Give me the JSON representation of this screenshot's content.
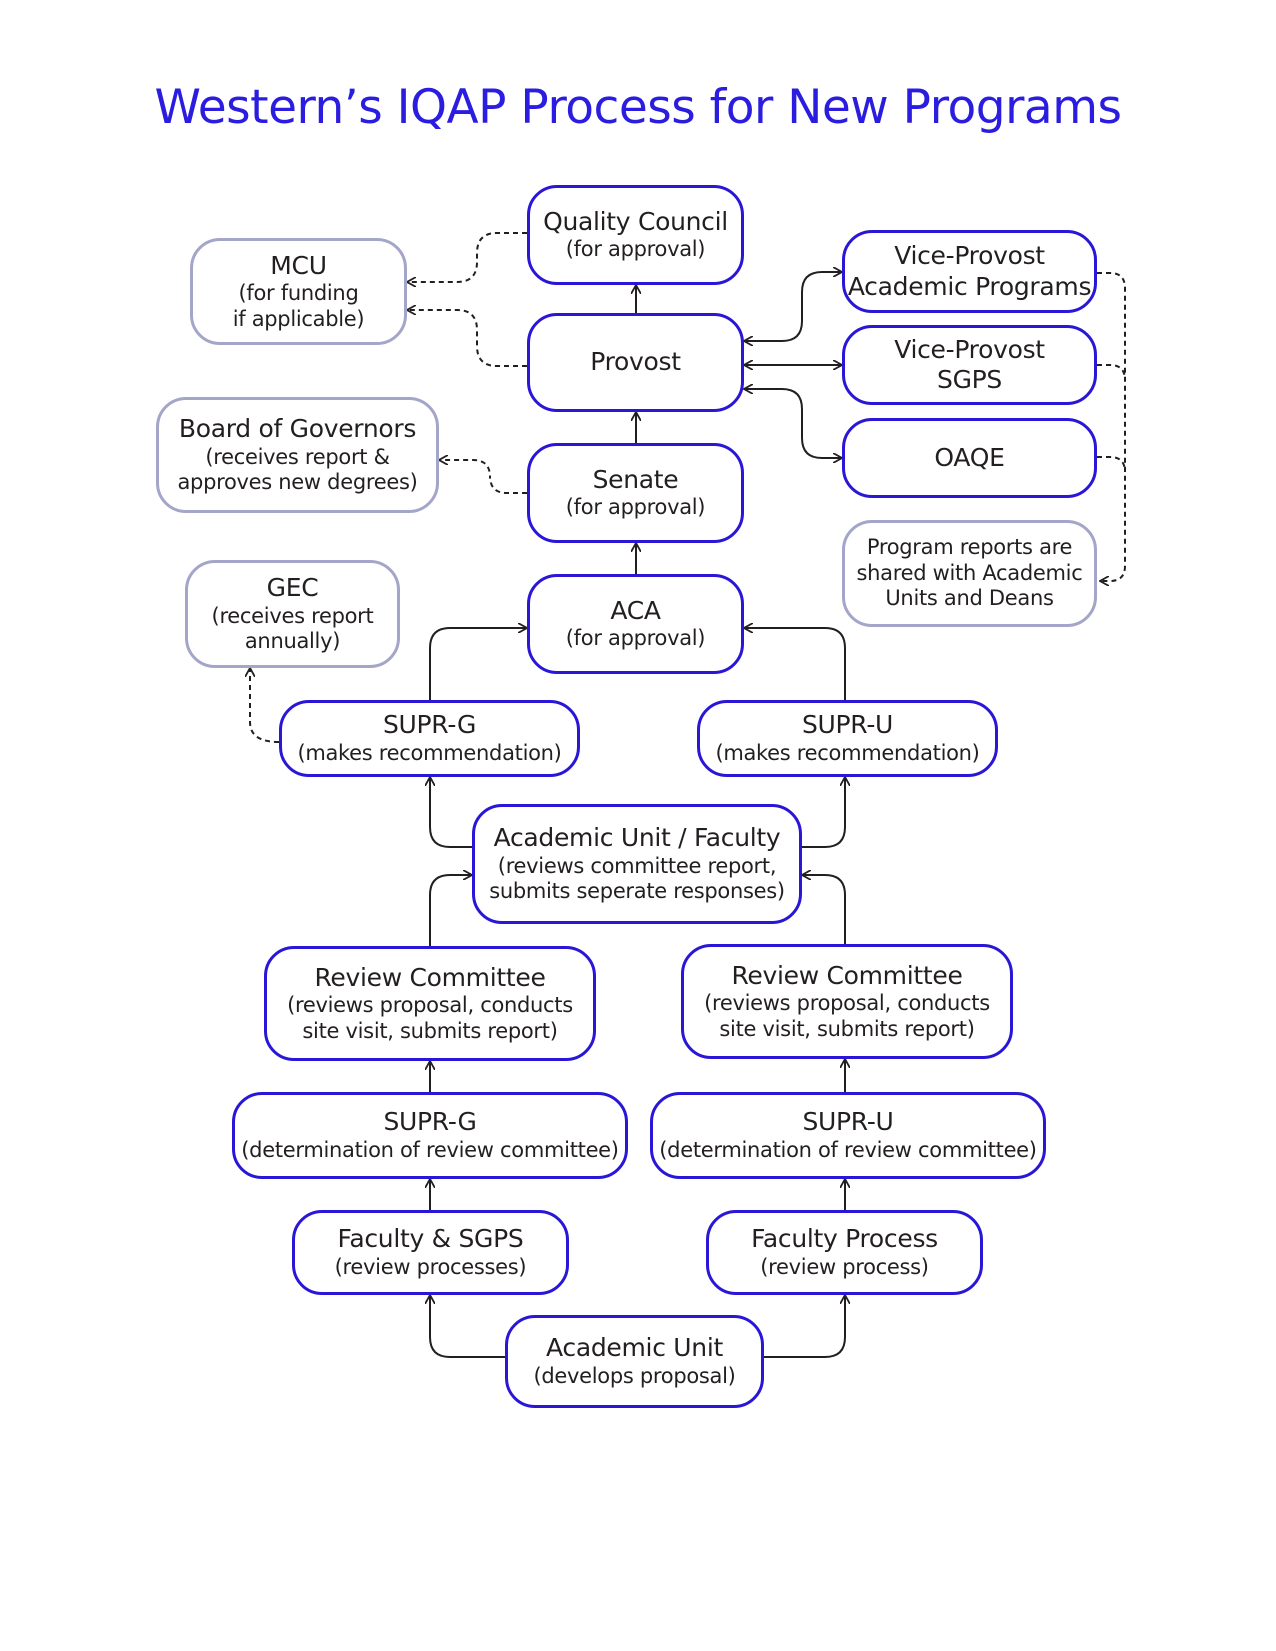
{
  "title": "Western’s IQAP Process for New Programs",
  "colors": {
    "accent": "#2b1de0",
    "node_border": "#2a16d6",
    "info_border": "#a3a5c9",
    "connector": "#231f20"
  },
  "nodes": {
    "quality_council": {
      "title": "Quality Council",
      "sub": "(for approval)"
    },
    "mcu": {
      "title": "MCU",
      "sub1": "(for funding",
      "sub2": "if applicable)"
    },
    "vp_academic": {
      "line1": "Vice-Provost",
      "line2": "Academic Programs"
    },
    "provost": {
      "title": "Provost"
    },
    "vp_sgps": {
      "line1": "Vice-Provost",
      "line2": "SGPS"
    },
    "oaqe": {
      "title": "OAQE"
    },
    "board": {
      "title": "Board of Governors",
      "sub1": "(receives report &",
      "sub2": "approves new degrees)"
    },
    "senate": {
      "title": "Senate",
      "sub": "(for approval)"
    },
    "program_reports": {
      "line1": "Program reports are",
      "line2": "shared with Academic",
      "line3": "Units and Deans"
    },
    "gec": {
      "title": "GEC",
      "sub1": "(receives report",
      "sub2": "annually)"
    },
    "aca": {
      "title": "ACA",
      "sub": "(for approval)"
    },
    "supr_g_rec": {
      "title": "SUPR-G",
      "sub": "(makes recommendation)"
    },
    "supr_u_rec": {
      "title": "SUPR-U",
      "sub": "(makes recommendation)"
    },
    "academic_unit_faculty": {
      "title": "Academic Unit / Faculty",
      "sub1": "(reviews committee report,",
      "sub2": "submits seperate responses)"
    },
    "review_committee_g": {
      "title": "Review Committee",
      "sub1": "(reviews proposal, conducts",
      "sub2": "site visit, submits report)"
    },
    "review_committee_u": {
      "title": "Review Committee",
      "sub1": "(reviews proposal, conducts",
      "sub2": "site visit, submits report)"
    },
    "supr_g_det": {
      "title": "SUPR-G",
      "sub": "(determination of review committee)"
    },
    "supr_u_det": {
      "title": "SUPR-U",
      "sub": "(determination of review committee)"
    },
    "faculty_sgps": {
      "title": "Faculty & SGPS",
      "sub": "(review processes)"
    },
    "faculty_process": {
      "title": "Faculty Process",
      "sub": "(review process)"
    },
    "academic_unit": {
      "title": "Academic Unit",
      "sub": "(develops proposal)"
    }
  }
}
